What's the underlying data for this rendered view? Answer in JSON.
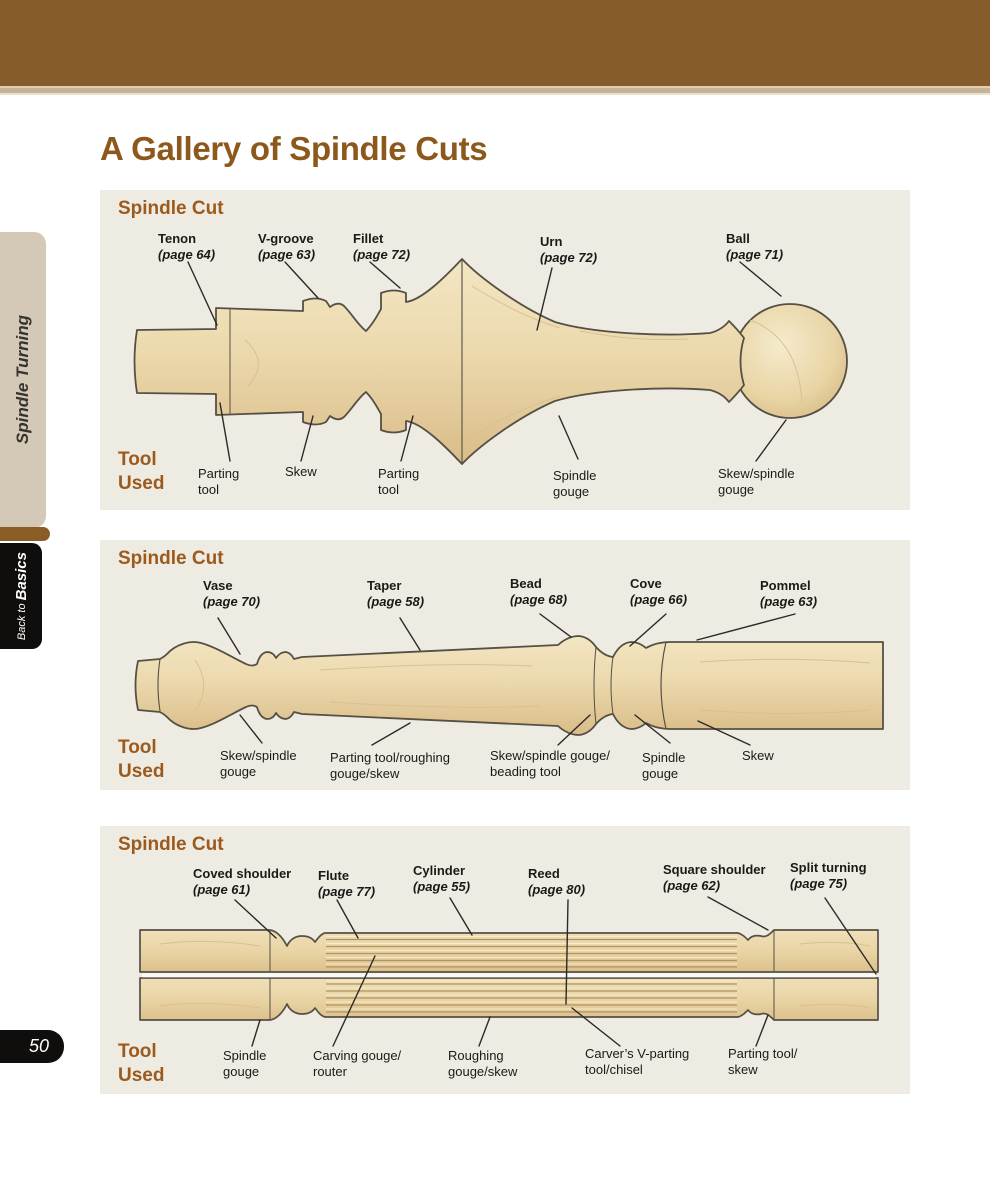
{
  "page": {
    "title": "A Gallery of Spindle Cuts",
    "page_number": "50",
    "side_tab": "Spindle Turning",
    "series_prefix": "Back to ",
    "series_name": "Basics"
  },
  "colors": {
    "header_bar": "#875c2b",
    "accent_brown": "#9c5a1d",
    "panel_background": "#edebe2",
    "wood": "#ead6a8",
    "tab_black": "#0f0e0c",
    "side_tab_tan": "#d4c9b6"
  },
  "panels": [
    {
      "heading": "Spindle Cut",
      "tool_heading": "Tool Used",
      "cuts": [
        {
          "name": "Tenon",
          "page": "(page 64)"
        },
        {
          "name": "V-groove",
          "page": "(page 63)"
        },
        {
          "name": "Fillet",
          "page": "(page 72)"
        },
        {
          "name": "Urn",
          "page": "(page 72)"
        },
        {
          "name": "Ball",
          "page": "(page 71)"
        }
      ],
      "tools": [
        "Parting\ntool",
        "Skew",
        "Parting\ntool",
        "Spindle\ngouge",
        "Skew/spindle\ngouge"
      ]
    },
    {
      "heading": "Spindle Cut",
      "tool_heading": "Tool Used",
      "cuts": [
        {
          "name": "Vase",
          "page": "(page 70)"
        },
        {
          "name": "Taper",
          "page": "(page 58)"
        },
        {
          "name": "Bead",
          "page": "(page 68)"
        },
        {
          "name": "Cove",
          "page": "(page 66)"
        },
        {
          "name": "Pommel",
          "page": "(page 63)"
        }
      ],
      "tools": [
        "Skew/spindle\ngouge",
        "Parting tool/roughing\ngouge/skew",
        "Skew/spindle gouge/\nbeading tool",
        "Spindle\ngouge",
        "Skew"
      ]
    },
    {
      "heading": "Spindle Cut",
      "tool_heading": "Tool Used",
      "cuts": [
        {
          "name": "Coved shoulder",
          "page": "(page 61)"
        },
        {
          "name": "Flute",
          "page": "(page 77)"
        },
        {
          "name": "Cylinder",
          "page": "(page 55)"
        },
        {
          "name": "Reed",
          "page": "(page 80)"
        },
        {
          "name": "Square shoulder",
          "page": "(page 62)"
        },
        {
          "name": "Split turning",
          "page": "(page 75)"
        }
      ],
      "tools": [
        "Spindle\ngouge",
        "Carving gouge/\nrouter",
        "Roughing\ngouge/skew",
        "Carver’s V-parting\ntool/chisel",
        "Parting tool/\nskew"
      ]
    }
  ]
}
